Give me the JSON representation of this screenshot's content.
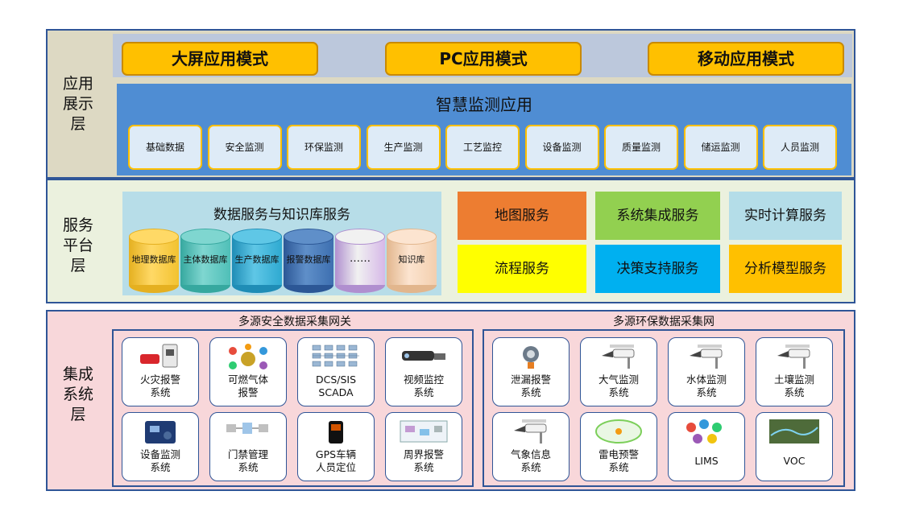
{
  "display_layer": {
    "label": "应用\n展示\n层",
    "modes": [
      "大屏应用模式",
      "PC应用模式",
      "移动应用模式"
    ],
    "app_title": "智慧监测应用",
    "apps": [
      "基础数据",
      "安全监测",
      "环保监测",
      "生产监测",
      "工艺监控",
      "设备监测",
      "质量监测",
      "储运监测",
      "人员监测"
    ]
  },
  "service_layer": {
    "label": "服务\n平台\n层",
    "data_service_title": "数据服务与知识库服务",
    "databases": [
      "地理数据库",
      "主体数据库",
      "生产数据库",
      "报警数据库",
      "……",
      "知识库"
    ],
    "services": [
      "地图服务",
      "系统集成服务",
      "实时计算服务",
      "流程服务",
      "决策支持服务",
      "分析模型服务"
    ],
    "colors": {
      "map": "#ed7d31",
      "integration": "#92d050",
      "realtime": "#b4dde8",
      "flow": "#ffff00",
      "decision": "#00b0f0",
      "analysis": "#ffc000"
    }
  },
  "integration_layer": {
    "label": "集成\n系统\n层",
    "safety_gateway": {
      "title": "多源安全数据采集网关",
      "items": [
        {
          "label": "火灾报警\n系统",
          "icon": "fire-alarm-icon"
        },
        {
          "label": "可燃气体\n报警",
          "icon": "gas-detector-icon"
        },
        {
          "label": "DCS/SIS\nSCADA",
          "icon": "dcs-diagram-icon"
        },
        {
          "label": "视频监控\n系统",
          "icon": "cctv-camera-icon"
        },
        {
          "label": "设备监测\n系统",
          "icon": "machine-icon"
        },
        {
          "label": "门禁管理\n系统",
          "icon": "access-control-icon"
        },
        {
          "label": "GPS车辆\n人员定位",
          "icon": "gps-device-icon"
        },
        {
          "label": "周界报警\n系统",
          "icon": "perimeter-alarm-icon"
        }
      ]
    },
    "env_network": {
      "title": "多源环保数据采集网",
      "items": [
        {
          "label": "泄漏报警\n系统",
          "icon": "leak-sensor-icon"
        },
        {
          "label": "大气监测\n系统",
          "icon": "camera-icon"
        },
        {
          "label": "水体监测\n系统",
          "icon": "camera-icon"
        },
        {
          "label": "土壤监测\n系统",
          "icon": "camera-icon"
        },
        {
          "label": "气象信息\n系统",
          "icon": "camera-icon"
        },
        {
          "label": "雷电预警\n系统",
          "icon": "radar-icon"
        },
        {
          "label": "LIMS",
          "icon": "lims-icon"
        },
        {
          "label": "VOC",
          "icon": "map-photo-icon"
        }
      ]
    }
  }
}
